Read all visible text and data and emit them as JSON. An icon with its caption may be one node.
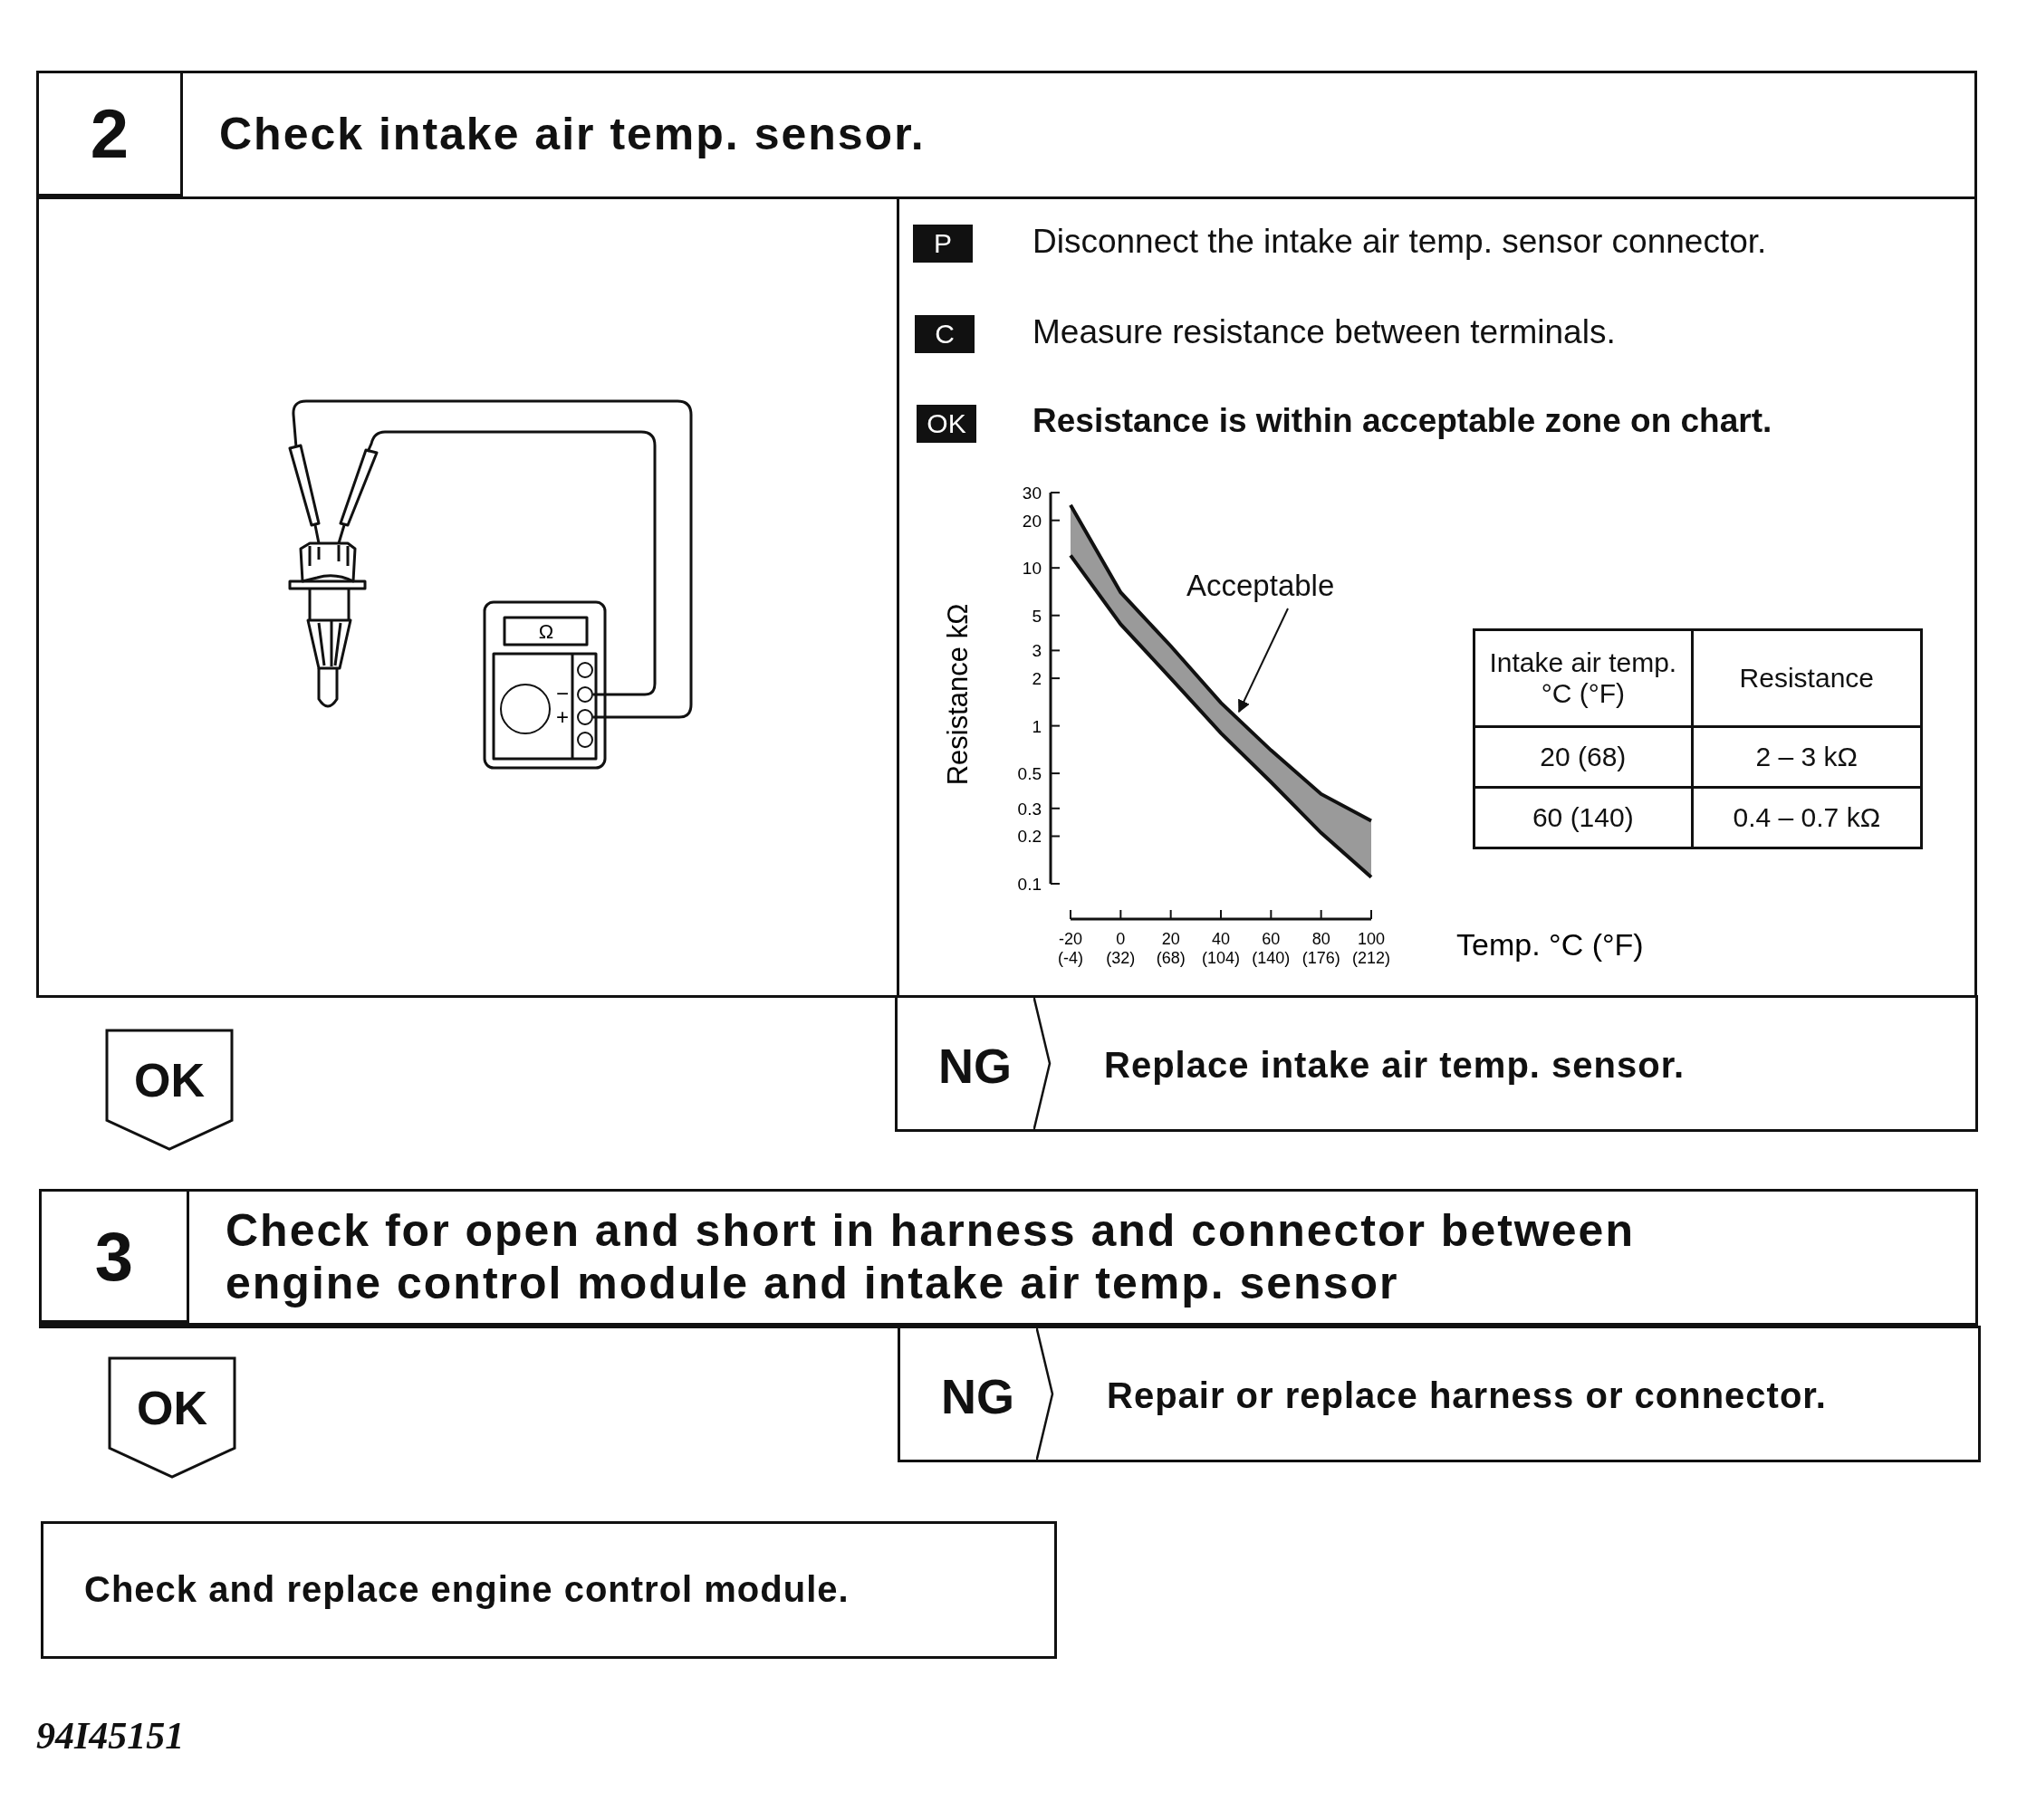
{
  "diagram": {
    "nodes": [
      {
        "text": [
          "2",
          "Check intake air temp. sensor."
        ]
      },
      {
        "text": [
          "Acceptable"
        ],
        "in": 0
      },
      {
        "text": [],
        "shape": "band",
        "in": 0
      },
      {
        "text": [
          "OK"
        ]
      },
      {
        "text": [
          "NG",
          "Replace intake air temp. sensor."
        ]
      },
      {
        "text": [
          "3",
          "Check for open and short in harness and connector between engine control module and intake air temp. sensor"
        ]
      },
      {
        "text": [
          "OK"
        ]
      },
      {
        "text": [
          "NG",
          "Repair or replace harness or connector."
        ]
      },
      {
        "text": [
          "Check and replace engine control module."
        ]
      }
    ],
    "edges": [
      {
        "from": 1,
        "to": 2,
        "arrow": "to"
      }
    ],
    "labels": [
      "P",
      "Disconnect the intake air temp. sensor connector.",
      "C",
      "Measure resistance between terminals.",
      "OK",
      "Resistance is within acceptable zone on chart.",
      "Ω",
      "−",
      "+",
      "30",
      "20",
      "10",
      "5",
      "3",
      "2",
      "1",
      "0.5",
      "0.3",
      "0.2",
      "0.1",
      "Resistance kΩ",
      "Intake air temp. °C (°F)",
      "Resistance",
      "20 (68)",
      "2 – 3 kΩ",
      "60 (140)",
      "0.4 – 0.7 kΩ",
      "-20 (-4)",
      "0 (32)",
      "20 (68)",
      "40 (104)",
      "60 (140)",
      "80 (176)",
      "100 (212)",
      "Temp. °C (°F)",
      "94I45151"
    ]
  }
}
